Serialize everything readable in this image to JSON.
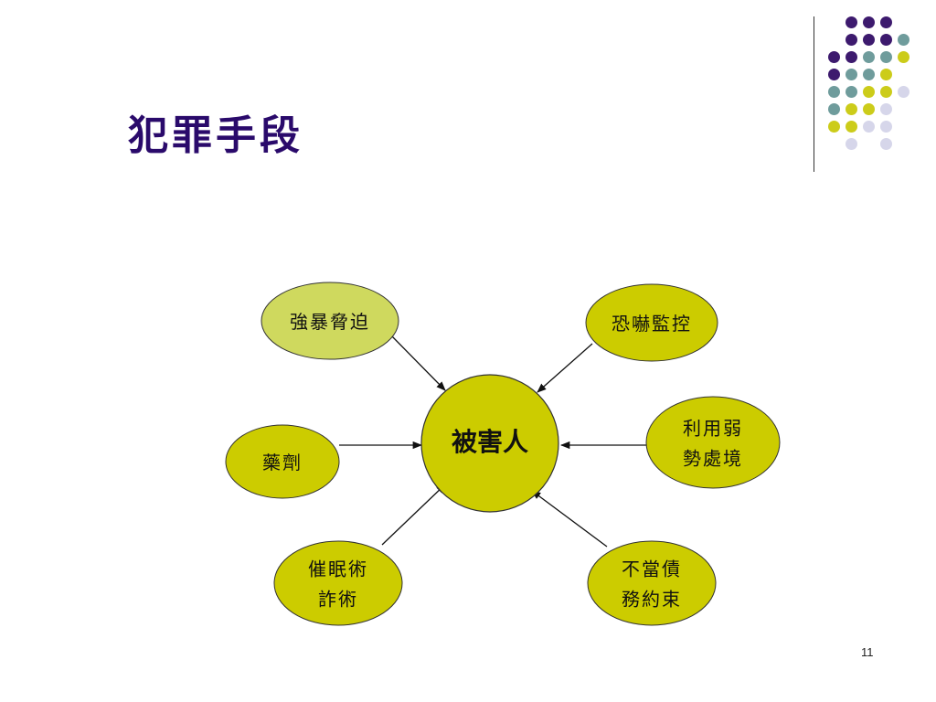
{
  "title": "犯罪手段",
  "page_number": "11",
  "colors": {
    "title": "#2a0a6b",
    "node_fill": "#cccc00",
    "node_fill_light": "#cfd95e",
    "node_stroke": "#333333",
    "arrow": "#111111",
    "dot_purple": "#3d1a6e",
    "dot_teal": "#6f9c9c",
    "dot_yellow": "#cccc1a",
    "dot_lavender": "#d6d6ea"
  },
  "diagram": {
    "center": {
      "label": "被害人"
    },
    "nodes": [
      {
        "id": "violence",
        "lines": [
          "強暴脅迫"
        ]
      },
      {
        "id": "threat",
        "lines": [
          "恐嚇監控"
        ]
      },
      {
        "id": "drugs",
        "lines": [
          "藥劑"
        ]
      },
      {
        "id": "vulnerable",
        "lines": [
          "利用弱",
          "勢處境"
        ]
      },
      {
        "id": "hypnosis",
        "lines": [
          "催眠術",
          "詐術"
        ]
      },
      {
        "id": "debt",
        "lines": [
          "不當債",
          "務約束"
        ]
      }
    ]
  }
}
